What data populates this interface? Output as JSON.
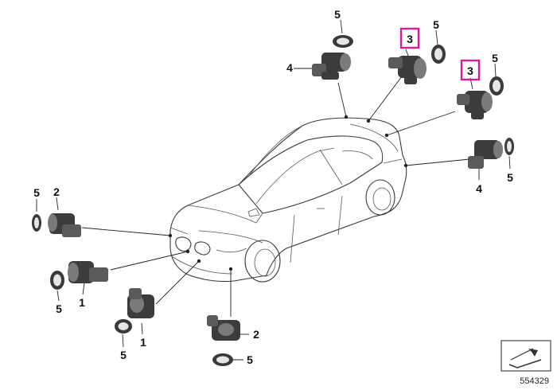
{
  "callouts": {
    "front_left_ring": "5",
    "front_left_side_sensor": "2",
    "front_left_center_ring": "5",
    "front_left_center_sensor": "1",
    "front_center_sensor": "1",
    "front_center_ring": "5",
    "front_right_sensor": "2",
    "front_right_ring": "5",
    "rear_left_ring": "5",
    "rear_left_side_sensor": "4",
    "rear_center_sensor": "3",
    "rear_center_ring": "5",
    "rear_right_sensor": "3",
    "rear_right_ring": "5",
    "rear_right_side_sensor": "4",
    "rear_right_side_ring": "5"
  },
  "highlight_color": "#e0189a",
  "reference_number": "554329"
}
